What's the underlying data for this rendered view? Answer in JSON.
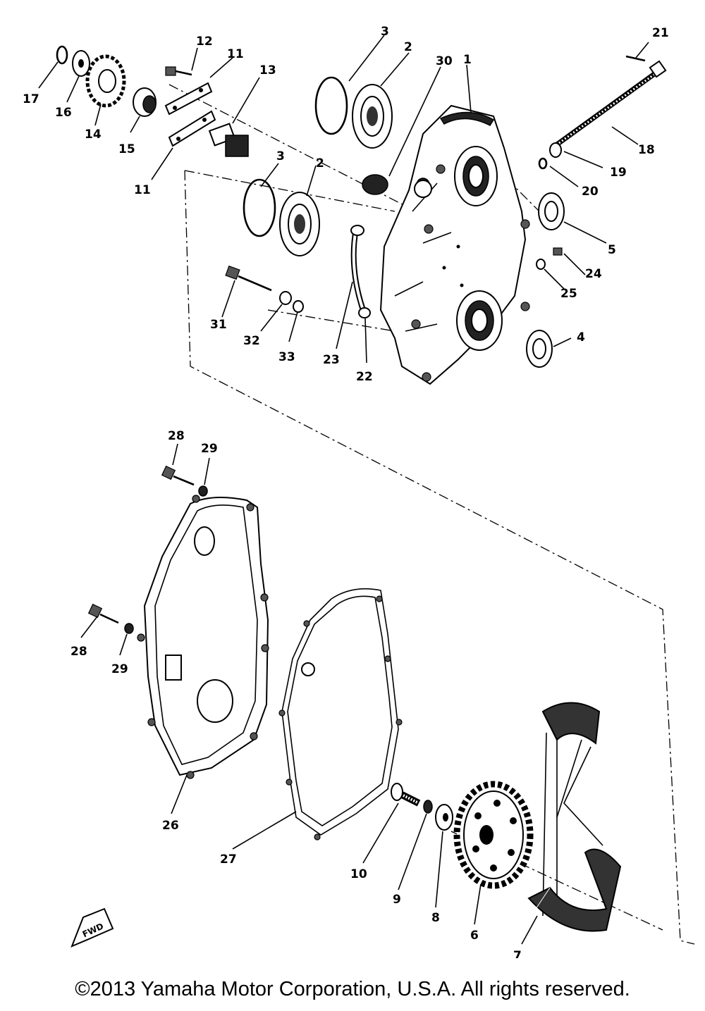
{
  "diagram": {
    "labels": {
      "l1": "1",
      "l2a": "2",
      "l2b": "2",
      "l3a": "3",
      "l3b": "3",
      "l4": "4",
      "l5": "5",
      "l6": "6",
      "l7": "7",
      "l8": "8",
      "l9": "9",
      "l10": "10",
      "l11a": "11",
      "l11b": "11",
      "l12": "12",
      "l13": "13",
      "l14": "14",
      "l15": "15",
      "l16": "16",
      "l17": "17",
      "l18": "18",
      "l19": "19",
      "l20": "20",
      "l21": "21",
      "l22": "22",
      "l23": "23",
      "l24": "24",
      "l25": "25",
      "l26": "26",
      "l27": "27",
      "l28a": "28",
      "l28b": "28",
      "l29a": "29",
      "l29b": "29",
      "l30": "30",
      "l31": "31",
      "l32": "32",
      "l33": "33"
    },
    "fwd_mark": "FWD"
  },
  "footer": {
    "copyright": "©2013 Yamaha Motor Corporation, U.S.A. All rights reserved."
  }
}
